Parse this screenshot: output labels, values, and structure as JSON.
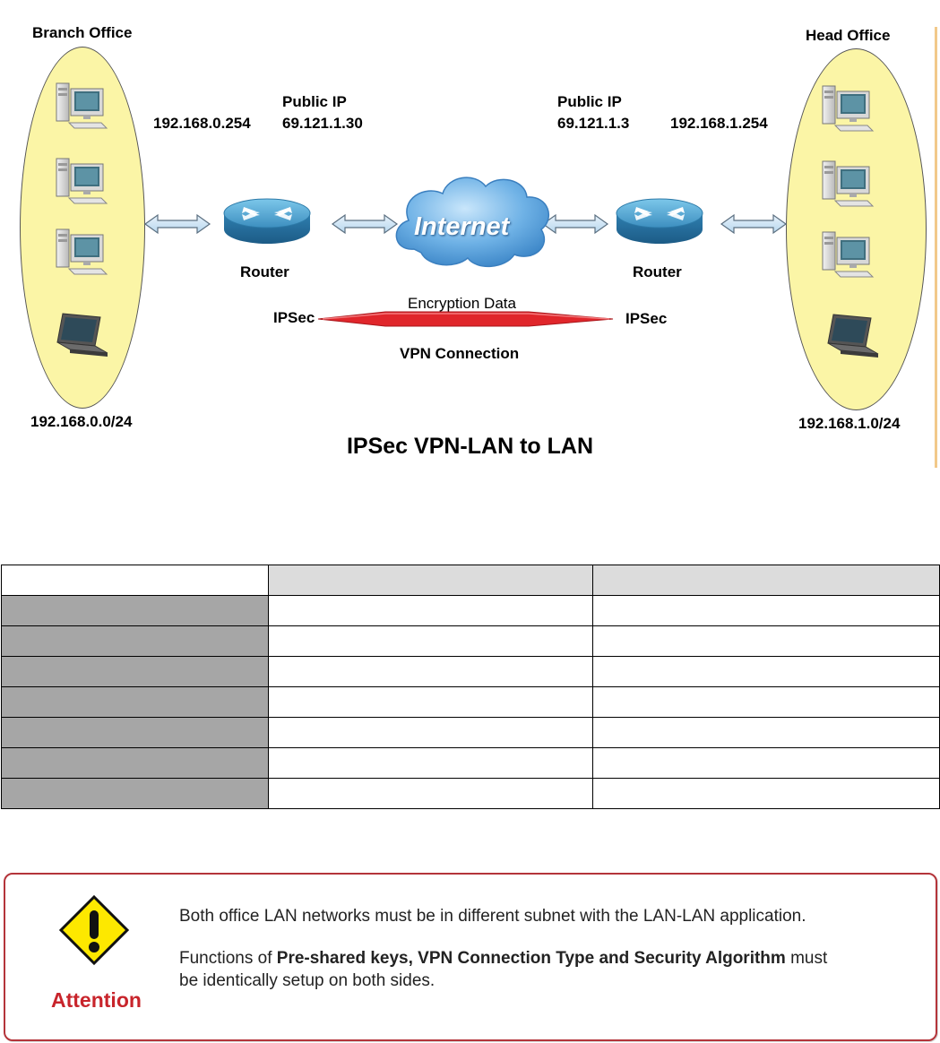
{
  "diagram": {
    "branch_title": "Branch Office",
    "head_title": "Head Office",
    "branch_gateway": "192.168.0.254",
    "branch_public_label": "Public IP",
    "branch_public_ip": "69.121.1.30",
    "head_public_label": "Public IP",
    "head_public_ip": "69.121.1.3",
    "head_gateway": "192.168.1.254",
    "router_left": "Router",
    "router_right": "Router",
    "internet": "Internet",
    "encryption": "Encryption Data",
    "ipsec_left": "IPSec",
    "ipsec_right": "IPSec",
    "vpn_connection": "VPN Connection",
    "branch_subnet": "192.168.0.0/24",
    "head_subnet": "192.168.1.0/24",
    "title": "IPSec VPN-LAN to LAN"
  },
  "table": {
    "rows": [
      [
        "",
        "",
        ""
      ],
      [
        "",
        "",
        ""
      ],
      [
        "",
        "",
        ""
      ],
      [
        "",
        "",
        ""
      ],
      [
        "",
        "",
        ""
      ],
      [
        "",
        "",
        ""
      ],
      [
        "",
        "",
        ""
      ],
      [
        "",
        "",
        ""
      ]
    ]
  },
  "attention": {
    "label": "Attention",
    "line1": "Both office LAN networks must be in different subnet with the LAN-LAN application.",
    "line2_pre": "Functions of ",
    "line2_bold": "Pre-shared keys, VPN Connection Type and Security Algorithm",
    "line2_post": " must",
    "line3": "be identically setup on both sides."
  },
  "colors": {
    "ellipse_fill": "#fbf5a6",
    "router_blue": "#4aa3cf",
    "cloud_blue": "#5a9fd6",
    "vpn_arrow_red": "#e0262b",
    "attention_red": "#c8242b",
    "warning_yellow": "#fde800"
  },
  "icons": [
    "desktop-computer-icon",
    "laptop-icon",
    "router-icon",
    "internet-cloud-icon",
    "double-arrow-icon",
    "warning-icon"
  ]
}
